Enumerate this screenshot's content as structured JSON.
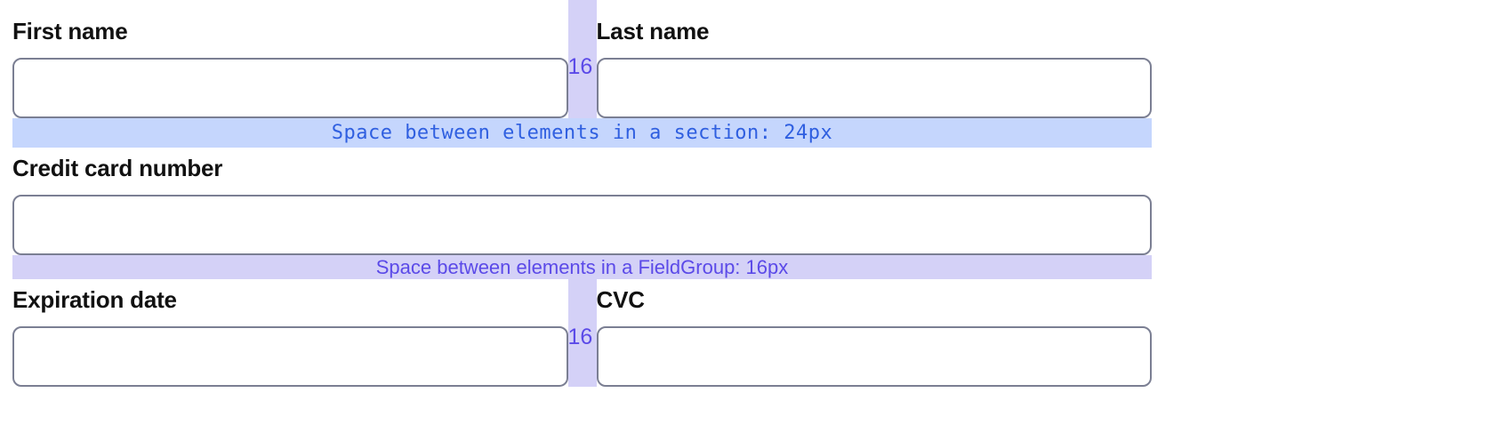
{
  "form": {
    "rows": [
      {
        "id": "name-row",
        "left": {
          "label": "First name",
          "value": "",
          "placeholder": "",
          "name": "first-name"
        },
        "right": {
          "label": "Last name",
          "value": "",
          "placeholder": "",
          "name": "last-name"
        },
        "gap_label": "16"
      },
      {
        "id": "card-row",
        "left": {
          "label": "Credit card number",
          "value": "",
          "placeholder": "",
          "name": "credit-card-number"
        },
        "gap_label": ""
      },
      {
        "id": "expiry-row",
        "left": {
          "label": "Expiration date",
          "value": "",
          "placeholder": "",
          "name": "expiration-date"
        },
        "right": {
          "label": "CVC",
          "value": "",
          "placeholder": "",
          "name": "cvc"
        },
        "gap_label": "16"
      }
    ]
  },
  "annotations": {
    "section_spacing": {
      "text": "Space between elements in a section: 24px",
      "value": "24px",
      "bar_color": "#c5d6fd",
      "text_color": "#2f5fe0"
    },
    "fieldgroup_spacing": {
      "text": "Space between elements in a FieldGroup: 16px",
      "value": "16px",
      "bar_color": "#d4d1f7",
      "text_color": "#5b4ae8"
    },
    "column_gap": {
      "label": "16",
      "band_color": "#d4d1f7",
      "text_color": "#5b4ae8"
    }
  },
  "colors": {
    "input_border": "#7b7f93",
    "label_text": "#111111",
    "background": "#ffffff"
  }
}
